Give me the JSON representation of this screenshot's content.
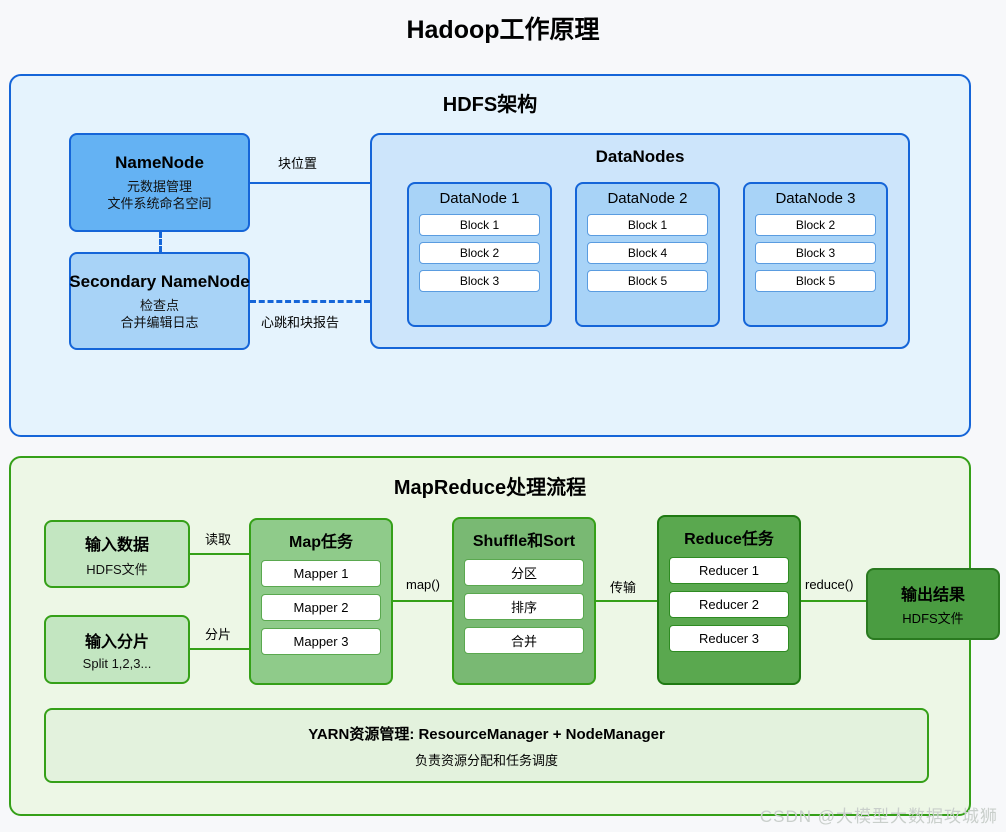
{
  "page": {
    "title": "Hadoop工作原理",
    "watermark": "CSDN @大模型大数据攻城狮"
  },
  "hdfs": {
    "title": "HDFS架构",
    "namenode": {
      "title": "NameNode",
      "line1": "元数据管理",
      "line2": "文件系统命名空间"
    },
    "secondary_namenode": {
      "title": "Secondary NameNode",
      "line1": "检查点",
      "line2": "合并编辑日志"
    },
    "edges": {
      "block_location": "块位置",
      "heartbeat_block_report": "心跳和块报告"
    },
    "datanodes": {
      "title": "DataNodes",
      "nodes": [
        {
          "title": "DataNode 1",
          "blocks": [
            "Block 1",
            "Block 2",
            "Block 3"
          ]
        },
        {
          "title": "DataNode 2",
          "blocks": [
            "Block 1",
            "Block 4",
            "Block 5"
          ]
        },
        {
          "title": "DataNode 3",
          "blocks": [
            "Block 2",
            "Block 3",
            "Block 5"
          ]
        }
      ]
    }
  },
  "mapreduce": {
    "title": "MapReduce处理流程",
    "input_data": {
      "title": "输入数据",
      "sub": "HDFS文件"
    },
    "input_split": {
      "title": "输入分片",
      "sub": "Split 1,2,3..."
    },
    "map_stage": {
      "title": "Map任务",
      "items": [
        "Mapper 1",
        "Mapper 2",
        "Mapper 3"
      ]
    },
    "shuffle_stage": {
      "title": "Shuffle和Sort",
      "items": [
        "分区",
        "排序",
        "合并"
      ]
    },
    "reduce_stage": {
      "title": "Reduce任务",
      "items": [
        "Reducer 1",
        "Reducer 2",
        "Reducer 3"
      ]
    },
    "output": {
      "title": "输出结果",
      "sub": "HDFS文件"
    },
    "edges": {
      "read": "读取",
      "split": "分片",
      "map_call": "map()",
      "transfer": "传输",
      "reduce_call": "reduce()"
    },
    "yarn": {
      "title": "YARN资源管理: ResourceManager + NodeManager",
      "sub": "负责资源分配和任务调度"
    }
  },
  "colors": {
    "hdfs_panel_bg": "#e5f3fd",
    "hdfs_border": "#1565d8",
    "namenode_bg": "#64b2f3",
    "secondary_bg": "#a8d3f7",
    "datanodes_bg": "#cde5fb",
    "mapreduce_panel_bg": "#edf7e6",
    "mapreduce_border": "#35a018",
    "input_bg": "#c3e6c1",
    "map_bg": "#8fcb8a",
    "shuffle_bg": "#79b973",
    "reduce_bg": "#5aa84f",
    "output_bg": "#4a9c41",
    "yarn_bg": "#e3f2dd"
  }
}
